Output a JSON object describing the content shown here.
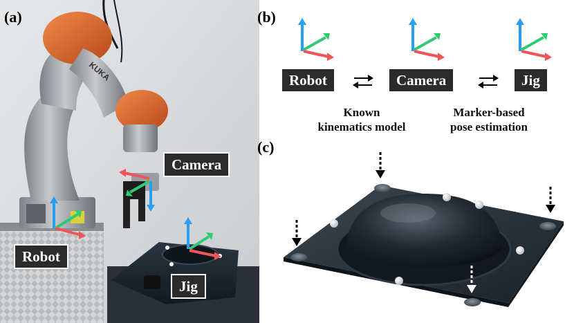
{
  "panel_a": {
    "label": "(a)",
    "arm_text": "KUKA",
    "labels": {
      "camera": "Camera",
      "robot": "Robot",
      "jig": "Jig"
    }
  },
  "panel_b": {
    "label": "(b)",
    "nodes": [
      "Robot",
      "Camera",
      "Jig"
    ],
    "captions": {
      "left": [
        "Known",
        "kinematics model"
      ],
      "right": [
        "Marker-based",
        "pose estimation"
      ]
    }
  },
  "panel_c": {
    "label": "(c)"
  },
  "colors": {
    "axis_x": "#f0555a",
    "axis_y": "#2ecc71",
    "axis_z": "#2a9df4",
    "label_bg": "#2b2b2b",
    "robot_orange": "#e06a2c",
    "robot_gray": "#9ea1a6",
    "jig_dark": "#1e2830"
  }
}
